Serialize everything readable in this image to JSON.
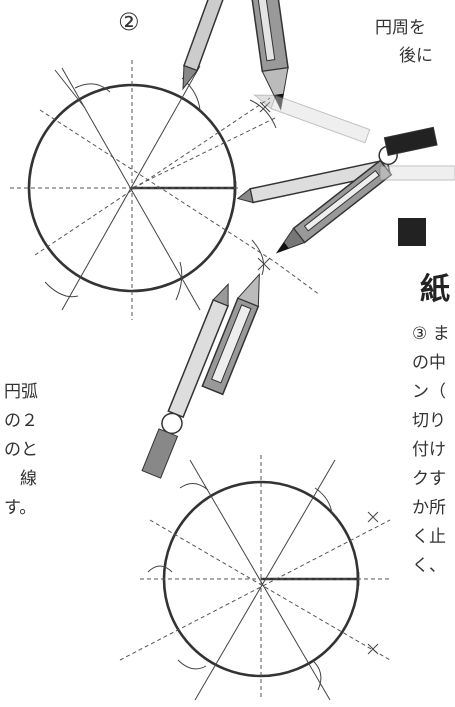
{
  "step_marker": "②",
  "top_right_text": [
    "円周を",
    "後に"
  ],
  "section_heading": "紙",
  "right_column_text": [
    "③ ま",
    "の中",
    "ン（",
    "切り",
    "付け",
    "クす",
    "か所",
    "く止",
    "く、"
  ],
  "left_column_text": [
    "円弧",
    "の２",
    "のと",
    "線",
    "す。"
  ],
  "colors": {
    "line": "#333333",
    "dashed": "#555555",
    "pencil_dark": "#222222",
    "pencil_mid": "#9a9a9a",
    "pencil_light": "#cfcfcf"
  },
  "icons": [
    "compass-icon",
    "pencil-icon"
  ]
}
